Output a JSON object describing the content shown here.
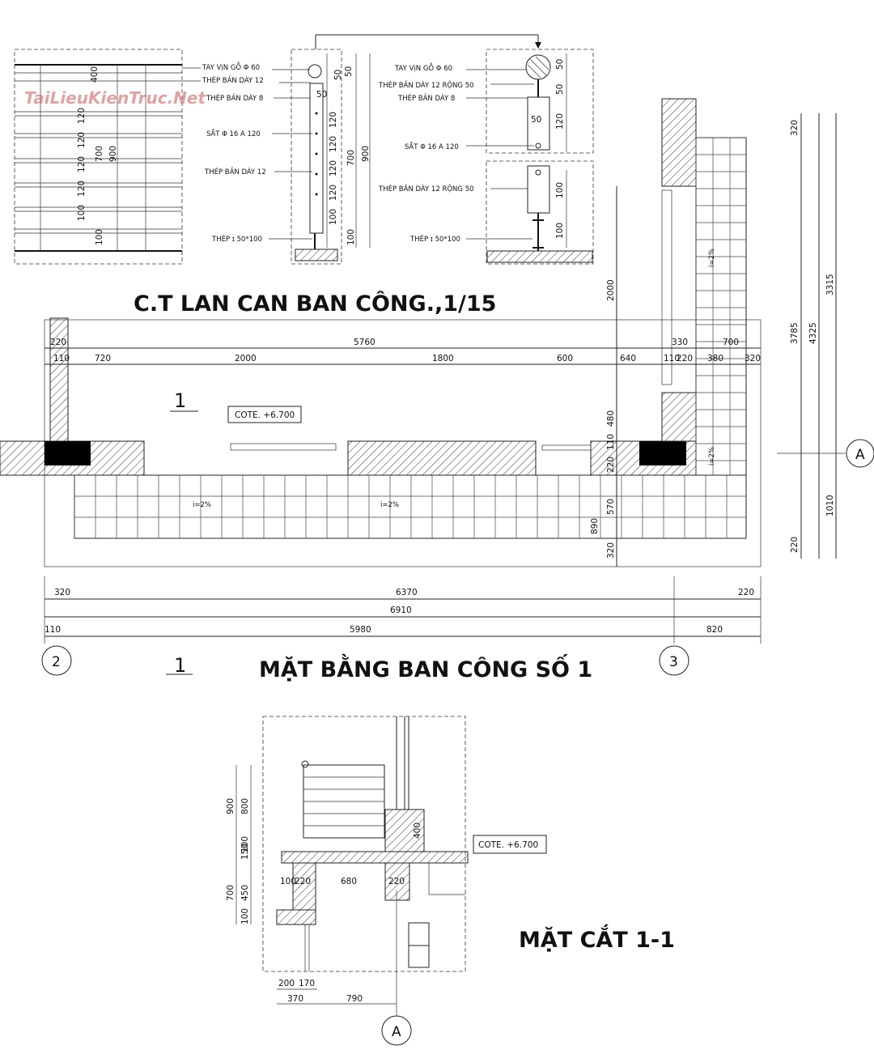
{
  "watermark": "TaiLieuKienTruc.Net",
  "railing_detail": {
    "title": "C.T LAN CAN BAN CÔNG.,1/15",
    "labels": [
      "TAY VịN GỖ Φ 60",
      "THÉP BẢN DÀY 12",
      "THÉP BẢN DÀY 8",
      "SẮT Φ 16 A 120",
      "THÉP BẢN DÀY 12",
      "THÉP ɪ 50*100"
    ],
    "labels_right": [
      "TAY VịN GỖ Φ 60",
      "THÉP BẢN DÀY 12 RỘNG 50",
      "THÉP BẢN DÀY 8",
      "SẮT Φ 16 A 120",
      "THÉP BẢN DÀY 12 RỘNG 50",
      "THÉP ɪ 50*100"
    ],
    "left_dims": [
      "400",
      "120",
      "120",
      "120",
      "120",
      "100",
      "100"
    ],
    "left_total": [
      "700",
      "900"
    ],
    "mid_dims": [
      "50",
      "50",
      "50",
      "120",
      "120",
      "120",
      "120",
      "100",
      "100"
    ],
    "mid_total": [
      "700",
      "900"
    ],
    "right_dims": [
      "50",
      "50",
      "120",
      "50",
      "100",
      "100"
    ]
  },
  "plan": {
    "title": "MẶT BẰNG BAN CÔNG SỐ 1",
    "cote": "COTE. +6.700",
    "section_mark": "1",
    "top_total": "5760",
    "top_dims": [
      "110",
      "720",
      "2000",
      "1800",
      "600",
      "640",
      "110",
      "220",
      "380",
      "320"
    ],
    "top_left": "220",
    "top_right_dims": [
      "330",
      "700"
    ],
    "bottom_dims_1": [
      "320",
      "6370",
      "220"
    ],
    "bottom_dim_2": "6910",
    "bottom_dims_3": [
      "110",
      "5980",
      "820"
    ],
    "right_dims": [
      "320",
      "3315",
      "4325",
      "3785",
      "1010",
      "220"
    ],
    "vertical_dims": [
      "2000",
      "480",
      "110",
      "220",
      "570",
      "890",
      "320"
    ],
    "slope": "i=2%",
    "grid_left": "2",
    "grid_right": "3",
    "grid_a": "A"
  },
  "section": {
    "title": "MẶT CẮT 1-1",
    "cote": "COTE. +6.700",
    "left_dims": [
      "900",
      "800",
      "150",
      "100",
      "700",
      "450",
      "100"
    ],
    "dim_400": "400",
    "mid_dims": [
      "100",
      "220",
      "680",
      "220"
    ],
    "bottom_dims": [
      "200",
      "170",
      "370",
      "790"
    ],
    "grid": "A"
  }
}
